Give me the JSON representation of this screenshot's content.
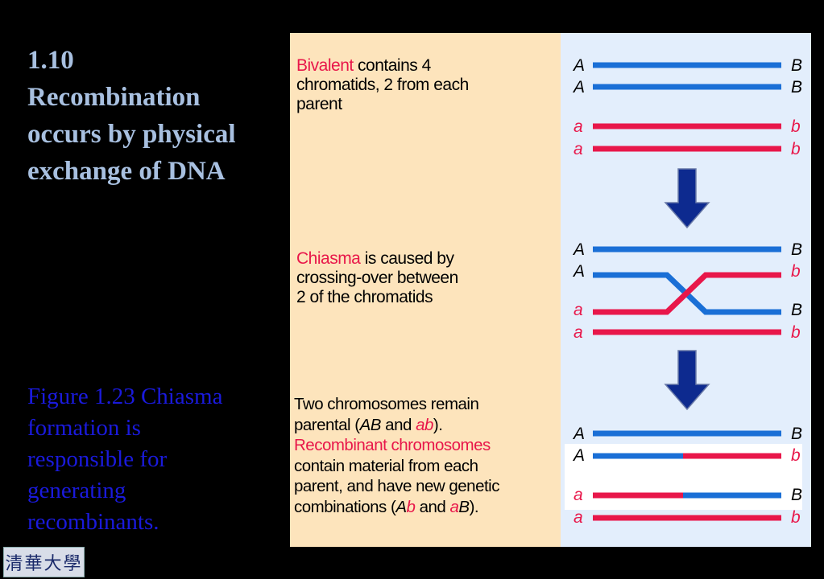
{
  "title": {
    "line1": "1.10",
    "line2": "Recombination",
    "line3": "occurs by physical",
    "line4": "exchange of DNA"
  },
  "caption": {
    "line1": "Figure 1.23 Chiasma",
    "line2": "formation is",
    "line3": "responsible for",
    "line4": "generating",
    "line5": "recombinants."
  },
  "logo": {
    "text": "清華大學"
  },
  "steps": [
    {
      "highlight": "Bivalent",
      "rest1": " contains 4",
      "line2": "chromatids, 2 from each",
      "line3": "parent"
    },
    {
      "highlight": "Chiasma",
      "rest1": " is caused by",
      "line2": "crossing-over between",
      "line3": "2 of the chromatids"
    },
    {
      "line1": "Two chromosomes remain",
      "line2_pre": "parental (",
      "line2_AB": "AB",
      "line2_and": " and ",
      "line2_ab": "ab",
      "line2_post": ").",
      "line3": "Recombinant chromosomes",
      "line4": "contain material from each",
      "line5": "parent, and have new genetic",
      "line6_pre": "combinations (",
      "line6_A": "A",
      "line6_b": "b",
      "line6_and": " and ",
      "line6_a": "a",
      "line6_B": "B",
      "line6_post": ")."
    }
  ],
  "labels": {
    "A": "A",
    "B": "B",
    "a": "a",
    "b": "b"
  },
  "colors": {
    "blue": "#1a6fd6",
    "red": "#e8174a",
    "arrow": "#0d2a8f",
    "title": "#a8c0e0",
    "caption": "#1a1adc"
  }
}
